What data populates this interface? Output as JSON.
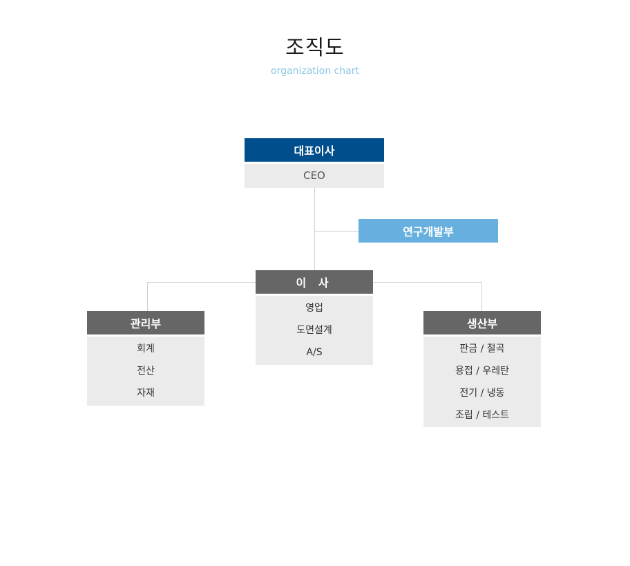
{
  "header": {
    "title": "조직도",
    "subtitle": "organization chart"
  },
  "colors": {
    "ceo": "#004f8c",
    "rnd": "#66afdf",
    "department": "#666666",
    "body": "#ebebeb",
    "subtitle": "#8cc6e6",
    "connector": "#cfcfcf"
  },
  "org": {
    "ceo": {
      "title": "대표이사",
      "subtitle": "CEO"
    },
    "rnd": {
      "title": "연구개발부"
    },
    "director": {
      "title": "이 사",
      "items": [
        "영업",
        "도면설계",
        "A/S"
      ]
    },
    "management": {
      "title": "관리부",
      "items": [
        "회계",
        "전산",
        "자재"
      ]
    },
    "production": {
      "title": "생산부",
      "items": [
        "판금 / 절곡",
        "용접 / 우레탄",
        "전기 / 냉동",
        "조립 / 테스트"
      ]
    }
  }
}
